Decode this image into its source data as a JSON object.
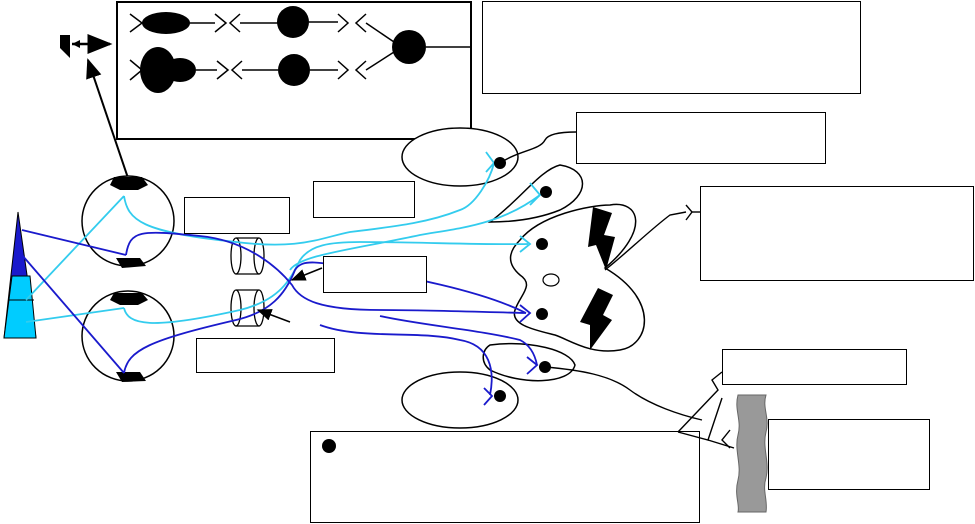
{
  "diagram": {
    "kind": "visual pathway schematic",
    "colors": {
      "pathway_light": "#33ccee",
      "pathway_dark": "#1a1acc",
      "outline": "#000000",
      "cortex_strip": "#999999",
      "field_top": "#1a1acc",
      "field_bottom": "#00ccff"
    },
    "label_boxes": [
      {
        "id": "box-circuit-caption",
        "text": ""
      },
      {
        "id": "box-lgn-caption",
        "text": ""
      },
      {
        "id": "box-eye-caption",
        "text": ""
      },
      {
        "id": "box-nerve-caption",
        "text": ""
      },
      {
        "id": "box-chiasm-caption",
        "text": ""
      },
      {
        "id": "box-tract-caption",
        "text": ""
      },
      {
        "id": "box-colliculus-caption",
        "text": ""
      },
      {
        "id": "box-pretectum-caption",
        "text": ""
      },
      {
        "id": "box-cortex-caption",
        "text": ""
      },
      {
        "id": "box-legend",
        "text": ""
      }
    ],
    "icons": [
      "eye-icon",
      "arrow-icon",
      "neuron-icon",
      "synapse-icon",
      "lightning-icon",
      "visual-field-icon"
    ]
  }
}
